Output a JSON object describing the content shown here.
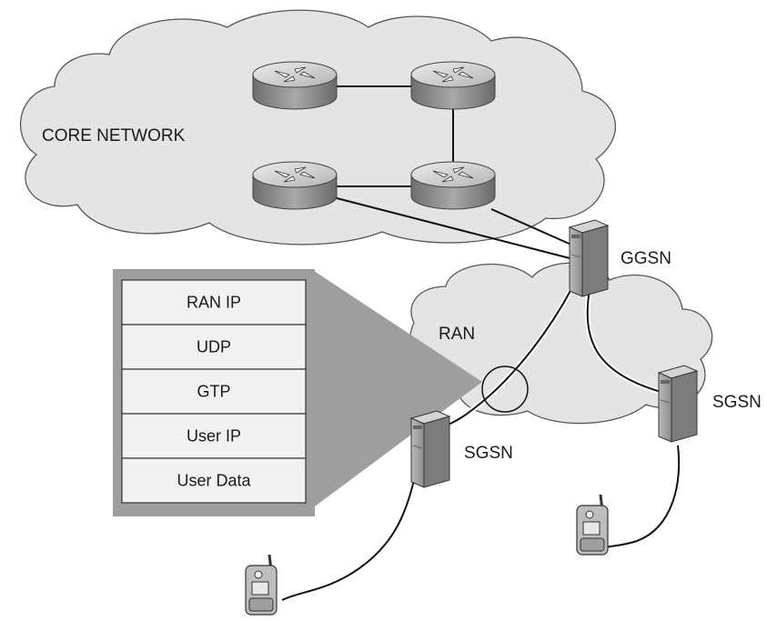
{
  "core_network": {
    "label": "CORE NETWORK"
  },
  "ran": {
    "label": "RAN"
  },
  "ggsn": {
    "label": "GGSN"
  },
  "sgsn_left": {
    "label": "SGSN"
  },
  "sgsn_right": {
    "label": "SGSN"
  },
  "protocol_stack": {
    "layers": [
      "RAN IP",
      "UDP",
      "GTP",
      "User IP",
      "User Data"
    ]
  },
  "colors": {
    "cloud_fill": "#e3e3e3",
    "cloud_stroke": "#555555",
    "callout_fill": "#9e9e9e",
    "layer_fill": "#f1f1f1",
    "router_body": "#8a8a8a",
    "router_top": "#d8d8d8",
    "server_body": "#9a9a9a",
    "link": "#111111"
  }
}
